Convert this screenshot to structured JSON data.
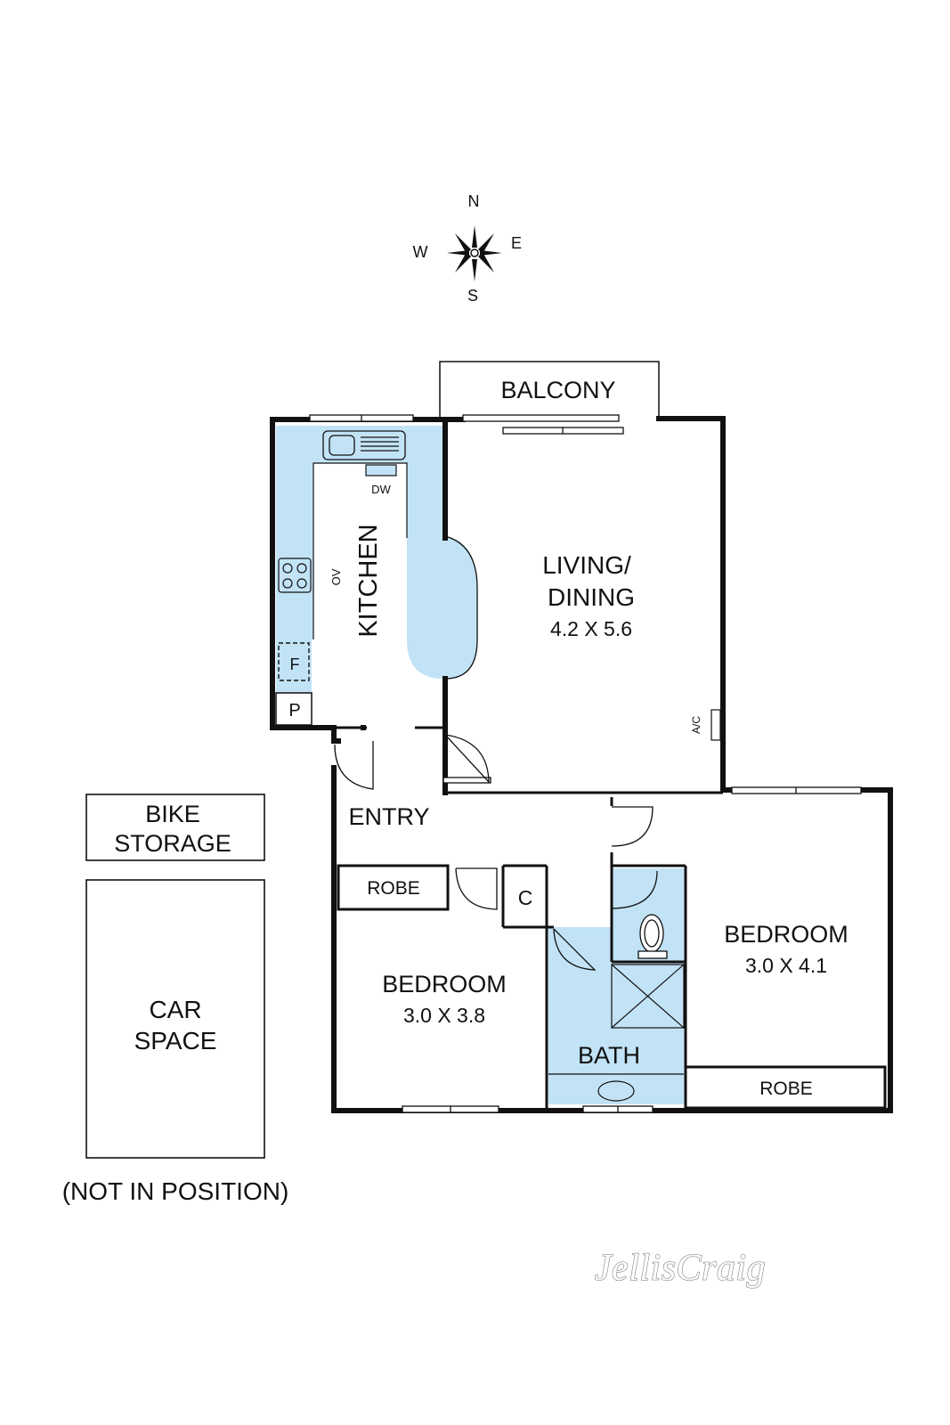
{
  "compass": {
    "n": "N",
    "s": "S",
    "e": "E",
    "w": "W"
  },
  "rooms": {
    "balcony": "BALCONY",
    "kitchen": "KITCHEN",
    "living_line1": "LIVING/",
    "living_line2": "DINING",
    "living_dims": "4.2 X 5.6",
    "entry": "ENTRY",
    "bedroom1": "BEDROOM",
    "bedroom1_dims": "3.0 X 3.8",
    "bedroom2": "BEDROOM",
    "bedroom2_dims": "3.0 X 4.1",
    "bath": "BATH",
    "robe1": "ROBE",
    "robe2": "ROBE",
    "cupboard": "C"
  },
  "fixtures": {
    "dishwasher": "DW",
    "oven": "OV",
    "fridge": "F",
    "pantry": "P",
    "air_conditioner": "A/C"
  },
  "external": {
    "bike_line1": "BIKE",
    "bike_line2": "STORAGE",
    "car_line1": "CAR",
    "car_line2": "SPACE",
    "note": "(NOT IN POSITION)"
  },
  "brand": {
    "logo": "JellisCraig"
  },
  "colors": {
    "wet_area": "#c2e3f6",
    "wall": "#111111"
  }
}
